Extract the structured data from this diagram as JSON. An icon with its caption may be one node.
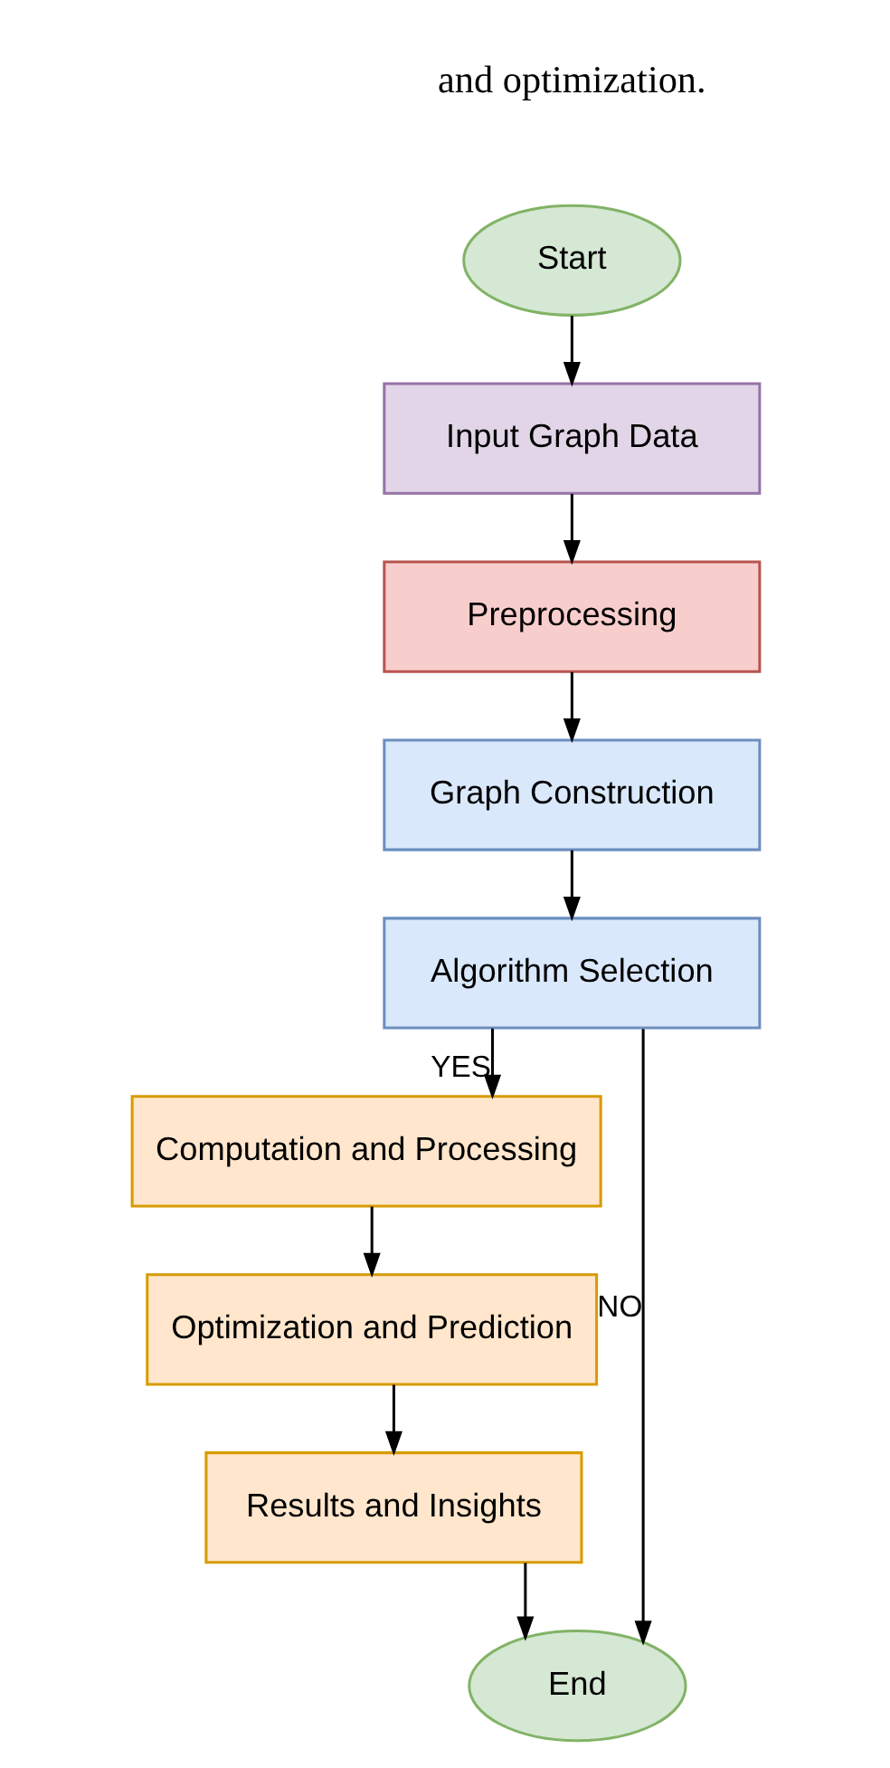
{
  "diagram": {
    "nodes": [
      {
        "text": [
          "Start"
        ]
      },
      {
        "text": [
          "Input Graph Data"
        ]
      },
      {
        "text": [
          "Preprocessing"
        ]
      },
      {
        "text": [
          "Graph Construction"
        ]
      },
      {
        "text": [
          "Algorithm Selection"
        ]
      },
      {
        "text": [
          "Computation and Processing"
        ]
      },
      {
        "text": [
          "Optimization and Prediction"
        ]
      },
      {
        "text": [
          "Results and Insights"
        ]
      },
      {
        "text": [
          "End"
        ]
      }
    ],
    "edges": [
      {
        "from": 0,
        "to": 1,
        "arrow": "to"
      },
      {
        "from": 1,
        "to": 2,
        "arrow": "to"
      },
      {
        "from": 2,
        "to": 3,
        "arrow": "to"
      },
      {
        "from": 3,
        "to": 4,
        "arrow": "to"
      },
      {
        "from": 4,
        "to": 5,
        "arrow": "to",
        "label": "YES"
      },
      {
        "from": 4,
        "to": 8,
        "arrow": "to",
        "label": "NO"
      },
      {
        "from": 5,
        "to": 6,
        "arrow": "to"
      },
      {
        "from": 6,
        "to": 7,
        "arrow": "to"
      },
      {
        "from": 7,
        "to": 8,
        "arrow": "to"
      }
    ],
    "labels": [
      "and optimization."
    ]
  }
}
